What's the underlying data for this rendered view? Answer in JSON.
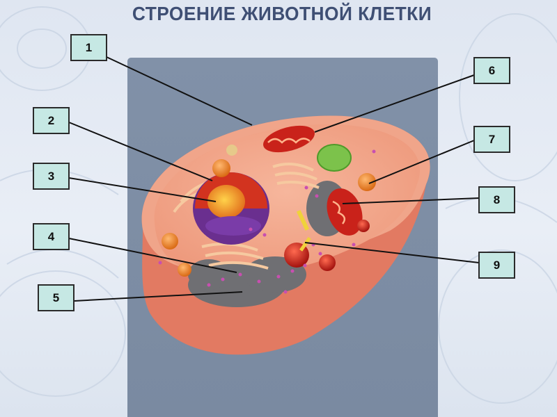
{
  "title": "СТРОЕНИЕ ЖИВОТНОЙ КЛЕТКИ",
  "labels": [
    "1",
    "2",
    "3",
    "4",
    "5",
    "6",
    "7",
    "8",
    "9"
  ],
  "colors": {
    "title": "#3f4f74",
    "panel": "#7f8fa6",
    "box_fill": "#c6e8e4",
    "membrane": "#e8826a",
    "cytoplasm": "#f2a98d"
  }
}
